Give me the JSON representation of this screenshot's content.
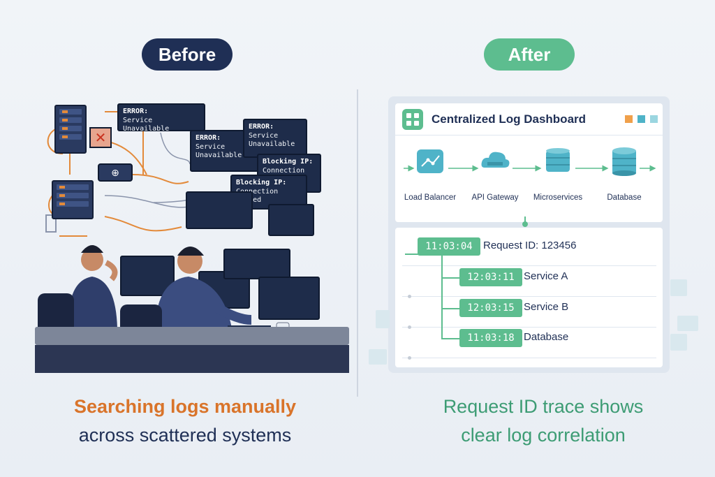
{
  "before": {
    "badge": "Before",
    "caption_line1": "Searching logs manually",
    "caption_line2": "across scattered systems",
    "windows": [
      {
        "title": "ERROR:",
        "text": "Service Unavailable"
      },
      {
        "title": "ERROR:",
        "text": "Service Unavailable"
      },
      {
        "title": "ERROR:",
        "text": "Service Unavailable"
      },
      {
        "title": "Blocking IP:",
        "text": "Connection Failed"
      },
      {
        "title": "Blocking IP:",
        "text": "Connection Failed"
      }
    ]
  },
  "after": {
    "badge": "After",
    "caption_line1": "Request ID trace shows",
    "caption_line2": "clear log correlation",
    "dashboard": {
      "title": "Centralized Log Dashboard",
      "header_colors": [
        "#f0a04b",
        "#4fb3c8",
        "#9bd6e0"
      ],
      "nodes": [
        {
          "label": "Load Balancer",
          "icon": "load-balancer-icon"
        },
        {
          "label": "API Gateway",
          "icon": "cloud-gateway-icon"
        },
        {
          "label": "Microservices",
          "icon": "cylinder-stack-icon"
        },
        {
          "label": "Database",
          "icon": "database-icon"
        }
      ],
      "trace": {
        "root_time": "11:03:04",
        "root_label": "Request ID: 123456",
        "events": [
          {
            "time": "12:03:11",
            "label": "Service A"
          },
          {
            "time": "12:03:15",
            "label": "Service B"
          },
          {
            "time": "11:03:18",
            "label": "Database"
          }
        ]
      }
    }
  },
  "colors": {
    "navy": "#1f2f55",
    "green": "#5dbd8f",
    "orange": "#d9742a"
  }
}
